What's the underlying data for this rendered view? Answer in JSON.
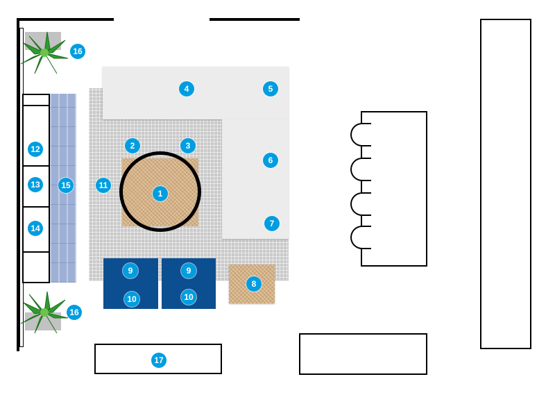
{
  "colors": {
    "badge": "#009de0",
    "rug": "#c9c9c9",
    "sofa": "#ececec",
    "wood": "#d7b48a",
    "ottoman": "#0b4f91",
    "tile": "#9fb0d6"
  },
  "icons": {
    "plant": "plant-icon"
  },
  "labels": {
    "coffee_table": "1",
    "sofa_seat_left": "2",
    "sofa_seat_right": "3",
    "sectional_back_mid": "4",
    "sectional_back_corner": "5",
    "sectional_side_top": "6",
    "sectional_side_bottom": "7",
    "side_table": "8",
    "ottoman_top_left": "9",
    "ottoman_top_right": "9",
    "ottoman_bottom_left": "10",
    "ottoman_bottom_right": "10",
    "rug": "11",
    "shelf_upper": "12",
    "shelf_middle": "13",
    "shelf_lower": "14",
    "tile_wall": "15",
    "plant_top": "16",
    "plant_bottom": "16",
    "console": "17"
  }
}
